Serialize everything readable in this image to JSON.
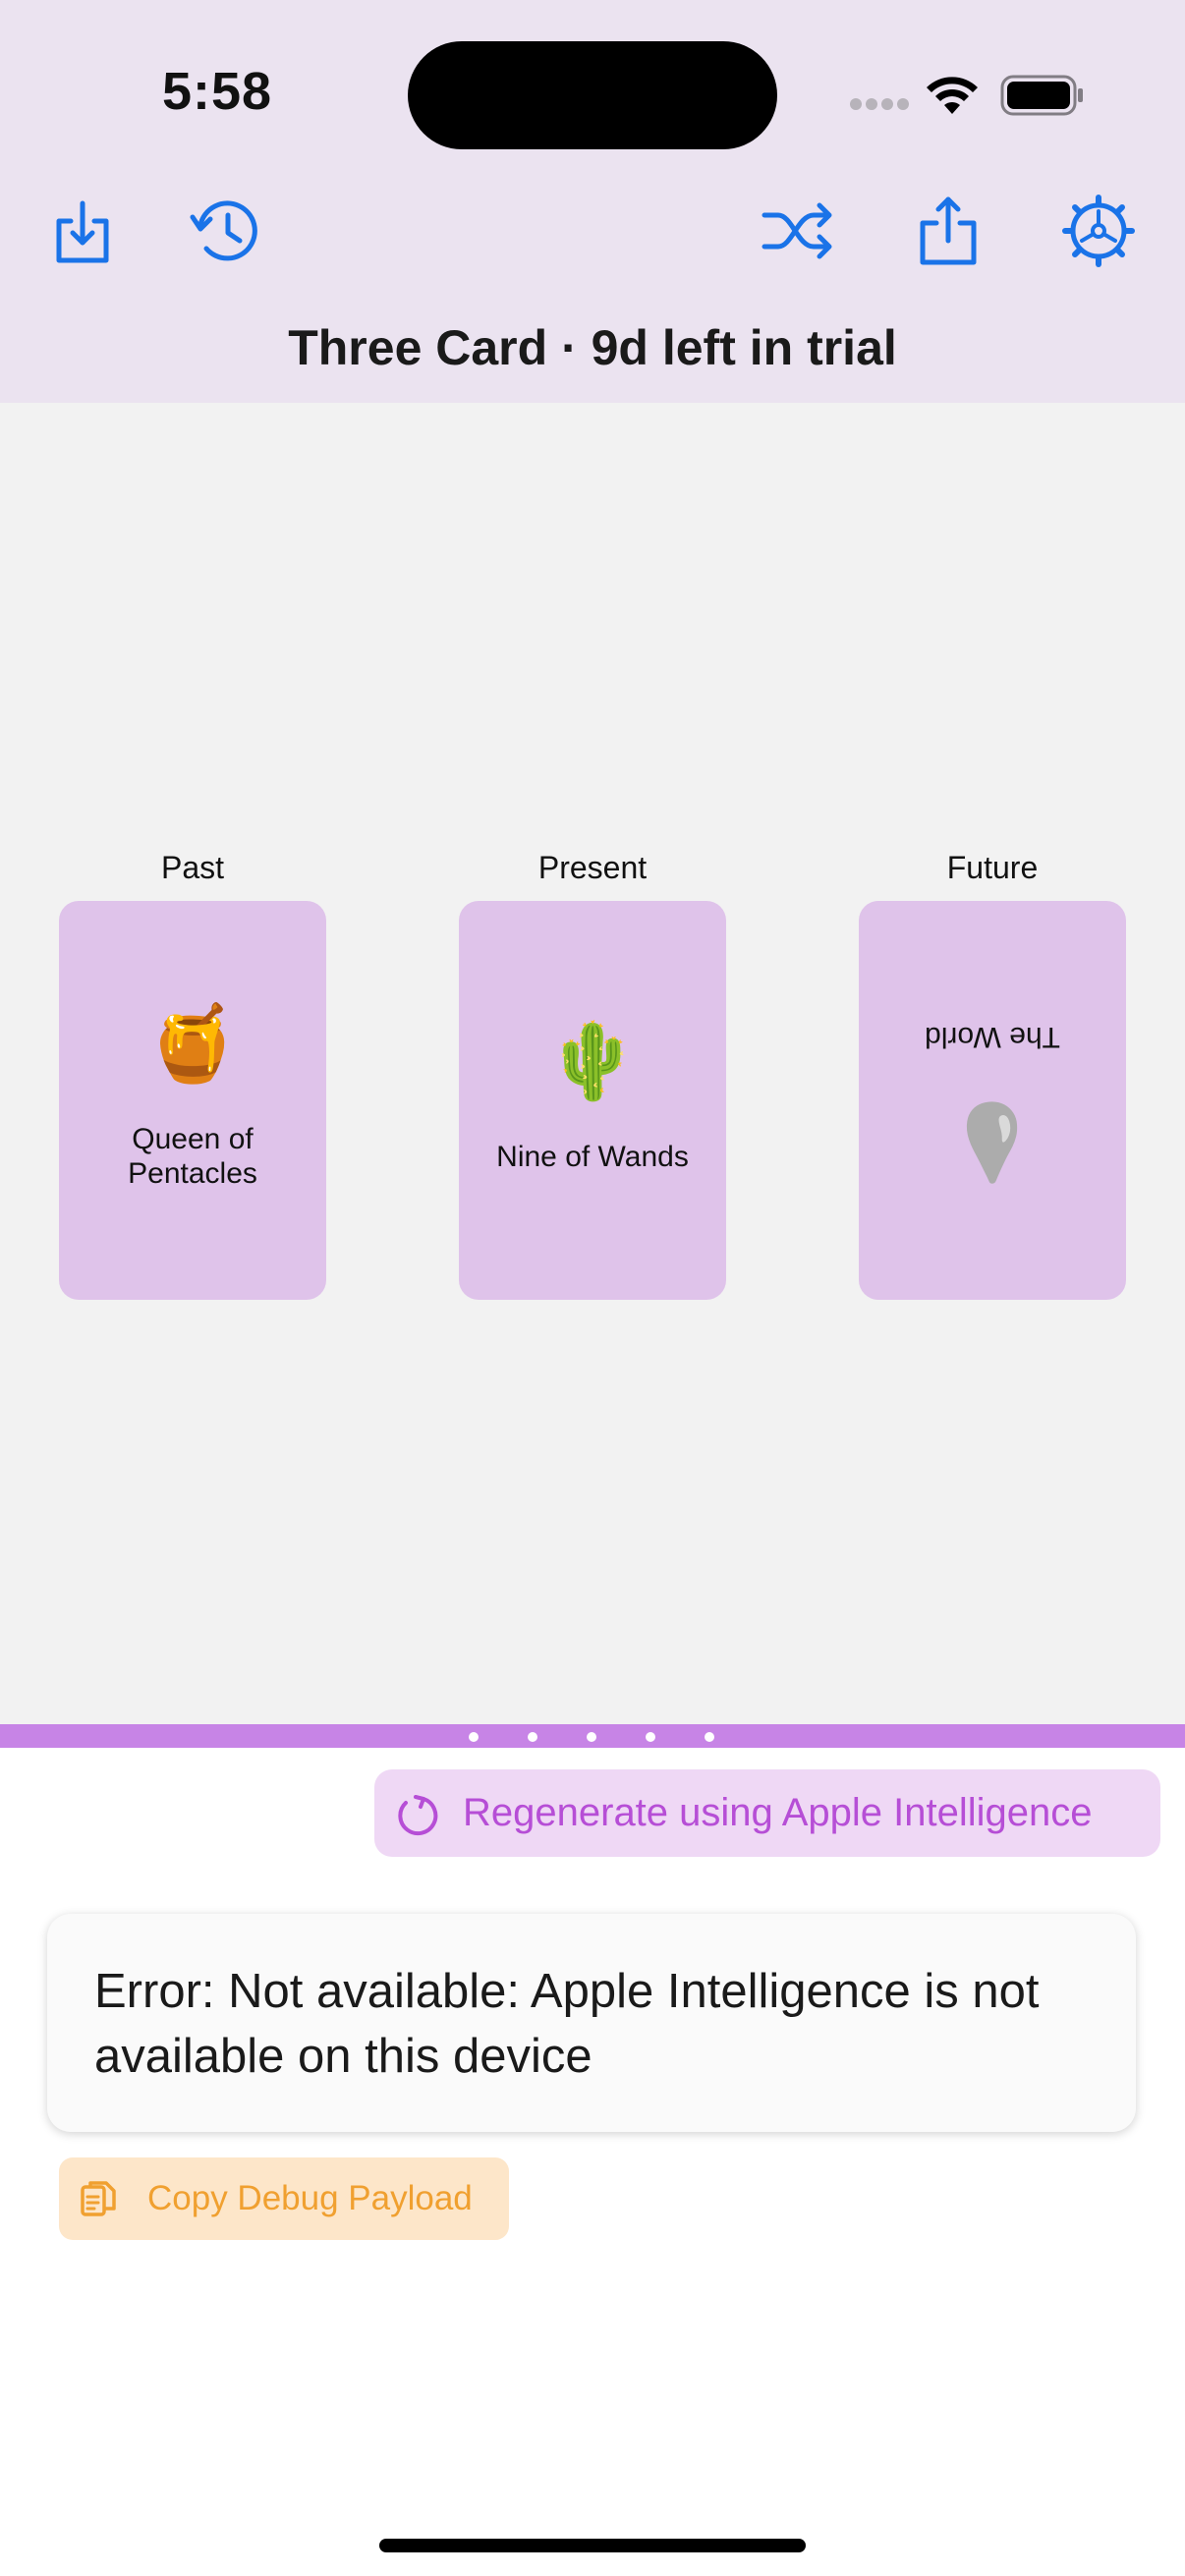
{
  "status_bar": {
    "time": "5:58"
  },
  "toolbar": {
    "title": "Three Card · 9d left in trial",
    "icons": [
      "download-icon",
      "history-icon",
      "shuffle-icon",
      "share-icon",
      "settings-icon"
    ],
    "accent_color": "#1a73e8"
  },
  "spread": {
    "positions": [
      {
        "label": "Past",
        "card": "Queen of\nPentacles",
        "emoji": "🍯",
        "reversed": false
      },
      {
        "label": "Present",
        "card": "Nine of Wands",
        "emoji": "🌵",
        "reversed": false
      },
      {
        "label": "Future",
        "card": "The World",
        "emoji": "💧",
        "reversed": true
      }
    ],
    "card_color": "#dfc3ea"
  },
  "page_indicator": {
    "count": 5
  },
  "actions": {
    "regenerate_label": "Regenerate using Apple Intelligence",
    "copy_debug_label": "Copy Debug Payload"
  },
  "error": {
    "message": "Error: Not available: Apple Intelligence is not available on this device"
  }
}
